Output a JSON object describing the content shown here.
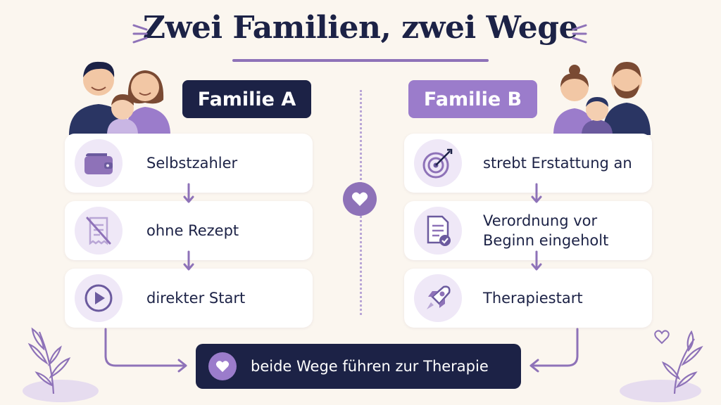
{
  "title": "Zwei Familien, zwei Wege",
  "family_a": {
    "label": "Familie A",
    "steps": [
      {
        "text": "Selbstzahler",
        "icon": "wallet-icon"
      },
      {
        "text": "ohne Rezept",
        "icon": "crossed-receipt-icon"
      },
      {
        "text": "direkter Start",
        "icon": "play-icon"
      }
    ]
  },
  "family_b": {
    "label": "Familie B",
    "steps": [
      {
        "text": "strebt Erstattung an",
        "icon": "target-icon"
      },
      {
        "text": "Verordnung vor Beginn eingeholt",
        "icon": "document-check-icon"
      },
      {
        "text": "Therapiestart",
        "icon": "rocket-icon"
      }
    ]
  },
  "outcome": "beide Wege führen zur Therapie",
  "colors": {
    "navy": "#1c2246",
    "purple": "#8e72b8",
    "light_purple": "#efe8f7",
    "background": "#fbf6ef"
  }
}
